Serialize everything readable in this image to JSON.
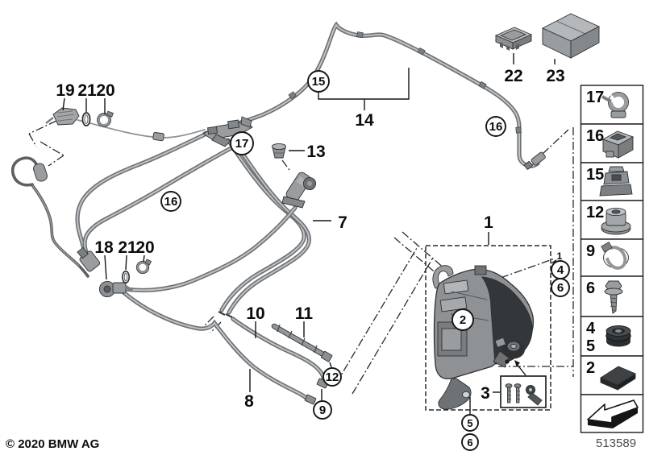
{
  "diagram": {
    "title_hint": "fuel-evaporative-line-parts-diagram",
    "labels": {
      "l19": "19",
      "l21a": "21",
      "l20a": "20",
      "l18": "18",
      "l21b": "21",
      "l20b": "20",
      "l14": "14",
      "l13": "13",
      "l7": "7",
      "l10": "10",
      "l11": "11",
      "l8": "8",
      "l1": "1",
      "l1_small": "1",
      "l3": "3",
      "l22": "22",
      "l23": "23"
    },
    "circles": {
      "c15": "15",
      "c17": "17",
      "c16_left": "16",
      "c16_right": "16",
      "c12": "12",
      "c9": "9",
      "c2": "2",
      "c4": "4",
      "c6_right": "6",
      "c5": "5",
      "c6_bottom": "6"
    }
  },
  "sidebar": {
    "cells": [
      {
        "number": "17",
        "icon": "pipe-clip-icon"
      },
      {
        "number": "16",
        "icon": "holder-icon"
      },
      {
        "number": "15",
        "icon": "bracket-clip-icon"
      },
      {
        "number": "12",
        "icon": "plastic-nut-icon"
      },
      {
        "number": "9",
        "icon": "hose-clamp-icon"
      },
      {
        "number": "6",
        "icon": "screw-icon"
      },
      {
        "number": "4",
        "number2": "5",
        "icon": "rubber-mount-icon"
      },
      {
        "number": "2",
        "icon": "adhesive-pad-icon"
      },
      {
        "number": "",
        "icon": "direction-arrow-icon"
      }
    ]
  },
  "footer": {
    "copyright": "© 2020 BMW AG",
    "diagram_code": "513589"
  },
  "colors": {
    "background": "#ffffff",
    "outline": "#141516",
    "pipe": "#8a8d90",
    "part_dark": "#2e3133"
  }
}
